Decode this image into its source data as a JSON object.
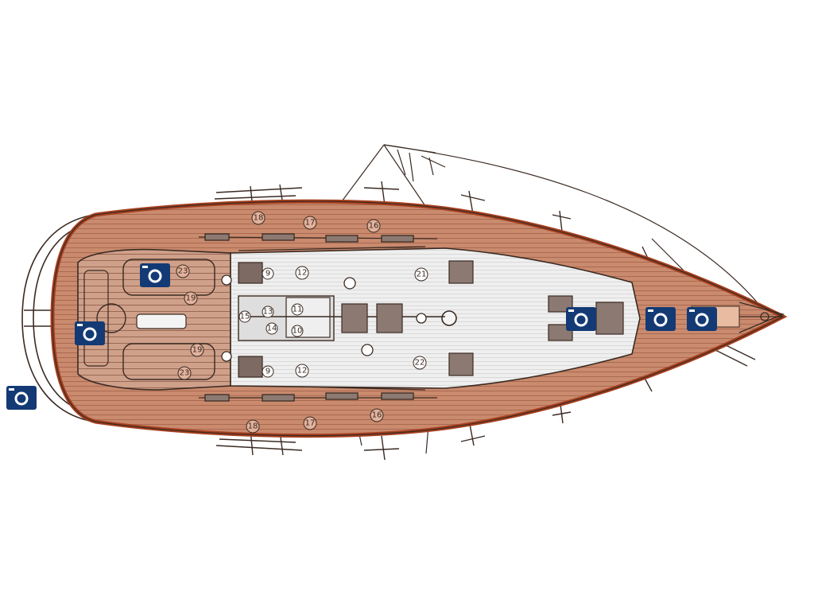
{
  "diagram": {
    "view": "deck plan, top view",
    "orientation": "bow right",
    "colors": {
      "deck_wood": "#c98a6e",
      "hull_edge": "#a8401f",
      "outline": "#3a2a22",
      "cabin_top": "#ededed",
      "hatch": "#8c7a72",
      "camera_icon": "#133a74"
    },
    "callouts": {
      "c16_port": "16",
      "c17_port": "17",
      "c18_port": "18",
      "c16_stbd": "16",
      "c17_stbd": "17",
      "c18_stbd": "18",
      "c23_port": "23",
      "c23_stbd": "23",
      "c19_port": "19",
      "c19_stbd": "19",
      "c9_port": "9",
      "c9_stbd": "9",
      "c12_port": "12",
      "c12_stbd": "12",
      "c13": "13",
      "c14": "14",
      "c15": "15",
      "c11": "11",
      "c10": "10",
      "c21": "21",
      "c22": "22"
    }
  },
  "hotspots": [
    {
      "icon": "camera-icon",
      "label": "photo"
    },
    {
      "icon": "camera-icon",
      "label": "photo"
    },
    {
      "icon": "camera-icon",
      "label": "photo"
    },
    {
      "icon": "camera-icon",
      "label": "photo"
    },
    {
      "icon": "camera-icon",
      "label": "photo"
    },
    {
      "icon": "camera-icon",
      "label": "photo"
    }
  ]
}
